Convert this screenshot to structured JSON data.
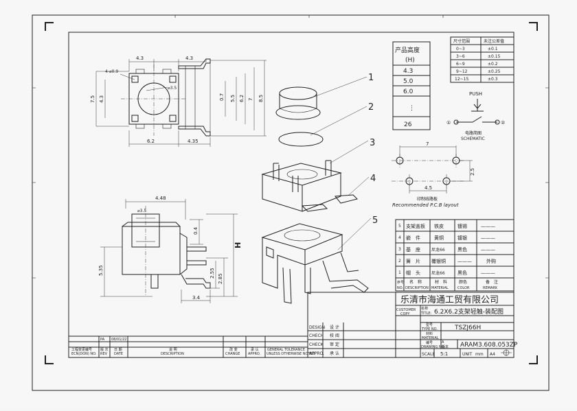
{
  "tolerance_table": {
    "headers": [
      "尺寸范围",
      "未注公差值"
    ],
    "rows": [
      [
        "0~3",
        "±0.1"
      ],
      [
        "3~6",
        "±0.15"
      ],
      [
        "6~9",
        "±0.2"
      ],
      [
        "9~12",
        "±0.25"
      ],
      [
        "12~15",
        "±0.3"
      ]
    ]
  },
  "height_table": {
    "header1": "产品高度",
    "header2": "(H)",
    "values": [
      "4.3",
      "5.0",
      "6.0",
      "⋮",
      "26"
    ]
  },
  "schematic": {
    "push": "PUSH",
    "pin1": "①",
    "pin2": "②",
    "label_cn": "电路简图",
    "label_en": "SCHEMATIC"
  },
  "pcb_layout": {
    "dim_width": "7",
    "dim_height": "2.5",
    "dim_pitch": "4.5",
    "label_cn": "印制线路板",
    "label_en": "Recommended P.C.B layout"
  },
  "top_view": {
    "dim_left": "4.3",
    "dim_right": "4.3",
    "hole_note": "4-⌀0.9",
    "dim_75": "7.5",
    "dim_43v": "4.3",
    "dim_phi35": "⌀3.5",
    "dim_07": "0.7",
    "dim_55": "5.5",
    "dim_62v": "6.2",
    "dim_7": "7",
    "dim_85": "8.5",
    "dim_62": "6.2",
    "dim_435": "4.35"
  },
  "side_view": {
    "dim_448": "4.48",
    "dim_phi35": "⌀3.5",
    "dim_04": "0.4",
    "dim_535": "5.35",
    "dim_255": "2.55",
    "dim_285": "2.85",
    "dim_34": "3.4",
    "dim_h": "H"
  },
  "balloons": [
    "1",
    "2",
    "3",
    "4",
    "5"
  ],
  "bom": {
    "rows": [
      [
        "5",
        "支架盖板",
        "铁皮",
        "镀锡",
        "———"
      ],
      [
        "4",
        "嵌　件",
        "黄铜",
        "镀银",
        "———"
      ],
      [
        "3",
        "基　座",
        "尼龙66",
        "黑色",
        "———"
      ],
      [
        "2",
        "簧　片",
        "覆银铜",
        "———",
        "外购"
      ],
      [
        "1",
        "帽　头",
        "尼龙66",
        "黑色",
        "———"
      ]
    ],
    "header_cn": [
      "序号",
      "名　称",
      "材　料",
      "颜色",
      "备　注"
    ],
    "header_en": [
      "NO.",
      "DESCRIPTION",
      "MATERIAL",
      "COLOR",
      "REMARK"
    ]
  },
  "title_block": {
    "company": "乐清市海通工贸有限公司",
    "customer_label": "CUSTOMER",
    "copy_label": "COPY",
    "title_cn": "名称",
    "title_en": "TITLE:",
    "title_value": "6.2X6.2支架轻触-装配图",
    "type_cn": "型号",
    "type_en": "TYPE NO.",
    "type_value": "TSZJ66H",
    "material_cn": "材料",
    "material_en": "MATERIAL",
    "drawing_cn": "编号",
    "drawing_en": "DRAWING NO.",
    "version_cn": "版本",
    "version_value": "A",
    "drawing_value": "ARAM3.608.053ZP",
    "scale_label": "SCALE",
    "scale_value": "5:1",
    "unit_label": "UNIT",
    "unit_value": "mm",
    "size_value": "A4",
    "design_en": "DESIGN",
    "design_cn": "设 计",
    "check_en": "CHECH",
    "check_cn": "校 阅",
    "check2_en": "CHECK",
    "check2_cn": "审 定",
    "appro_en": "APPRO.",
    "appro_cn": "承 认"
  },
  "revision_block": {
    "rev_value": "PA",
    "date_value": "08/01/22",
    "ecn_cn": "工程变更编号",
    "ecn_en": "ECN(DON) NO.",
    "rev_cn": "版 次",
    "rev_en": "REV",
    "date_cn": "日 期",
    "date_en": "DATE",
    "desc_cn": "说 明",
    "desc_en": "DESCRIPTION",
    "change_cn": "改 变",
    "change_en": "CHANGE",
    "approve_cn": "承 认",
    "approve_en": "APPRO.",
    "tol_en1": "GENERAL TOLERANCE",
    "tol_en2": "UNLESS OTHERWISE NOTED"
  }
}
